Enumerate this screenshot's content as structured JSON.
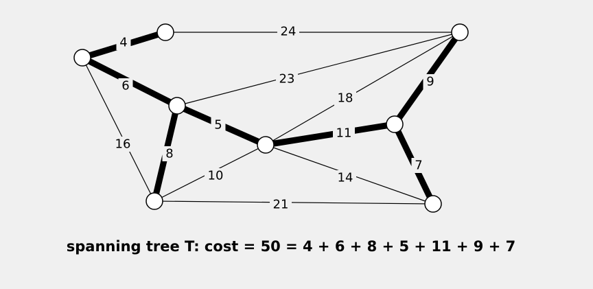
{
  "graph": {
    "vertices": [
      {
        "id": "a"
      },
      {
        "id": "b"
      },
      {
        "id": "c"
      },
      {
        "id": "d"
      },
      {
        "id": "e"
      },
      {
        "id": "f"
      },
      {
        "id": "g"
      },
      {
        "id": "h"
      }
    ],
    "edges": [
      {
        "from": "b",
        "to": "a",
        "weight": "4",
        "in_tree": true
      },
      {
        "from": "a",
        "to": "c",
        "weight": "24",
        "in_tree": false
      },
      {
        "from": "b",
        "to": "d",
        "weight": "6",
        "in_tree": true
      },
      {
        "from": "d",
        "to": "c",
        "weight": "23",
        "in_tree": false
      },
      {
        "from": "e",
        "to": "c",
        "weight": "18",
        "in_tree": false
      },
      {
        "from": "c",
        "to": "f",
        "weight": "9",
        "in_tree": true
      },
      {
        "from": "d",
        "to": "e",
        "weight": "5",
        "in_tree": true
      },
      {
        "from": "e",
        "to": "f",
        "weight": "11",
        "in_tree": true
      },
      {
        "from": "b",
        "to": "g",
        "weight": "16",
        "in_tree": false
      },
      {
        "from": "d",
        "to": "g",
        "weight": "8",
        "in_tree": true
      },
      {
        "from": "g",
        "to": "e",
        "weight": "10",
        "in_tree": false
      },
      {
        "from": "e",
        "to": "h",
        "weight": "14",
        "in_tree": false
      },
      {
        "from": "f",
        "to": "h",
        "weight": "7",
        "in_tree": true
      },
      {
        "from": "g",
        "to": "h",
        "weight": "21",
        "in_tree": false
      }
    ]
  },
  "caption": "spanning tree T:  cost = 50 = 4 + 6 + 8 + 5 + 11 + 9 + 7"
}
